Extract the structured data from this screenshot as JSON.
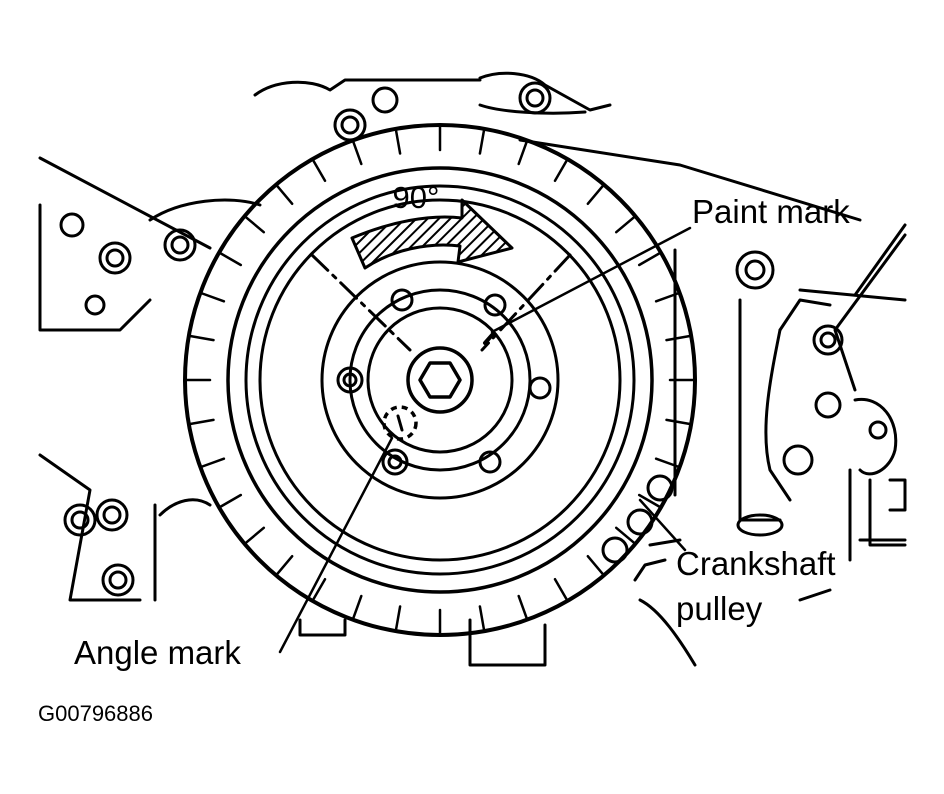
{
  "diagram": {
    "angle_label": "90°",
    "labels": {
      "paint_mark": "Paint mark",
      "crankshaft_line1": "Crankshaft",
      "crankshaft_line2": "pulley",
      "angle_mark": "Angle mark"
    },
    "figure_id": "G00796886",
    "colors": {
      "ink": "#000000",
      "paper": "#ffffff"
    },
    "icons": {
      "rotation": "rotation-arrow-icon",
      "indicator": "angle-mark-circle-icon"
    }
  }
}
